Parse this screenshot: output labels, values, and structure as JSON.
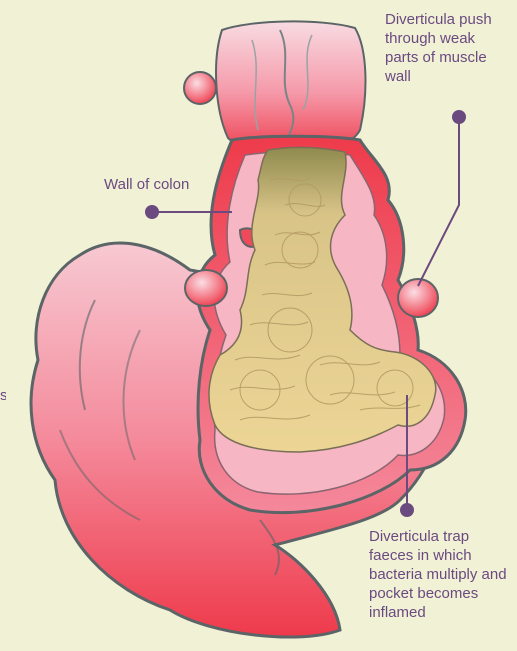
{
  "labels": {
    "wall_of_colon": "Wall of colon",
    "diverticula_push": "Diverticula push through weak parts of muscle wall",
    "diverticula_trap": "Diverticula trap faeces in which bacteria multiply and pocket becomes inflamed",
    "clipped_edge_text": "s"
  },
  "colors": {
    "background": "#f1f1d6",
    "label_text": "#6b4a80",
    "leader_line": "#6b4a80",
    "colon_pink": "#f4a4b5",
    "colon_red": "#ee3b4b",
    "faeces": "#ecd595",
    "outline": "#5b6466"
  }
}
